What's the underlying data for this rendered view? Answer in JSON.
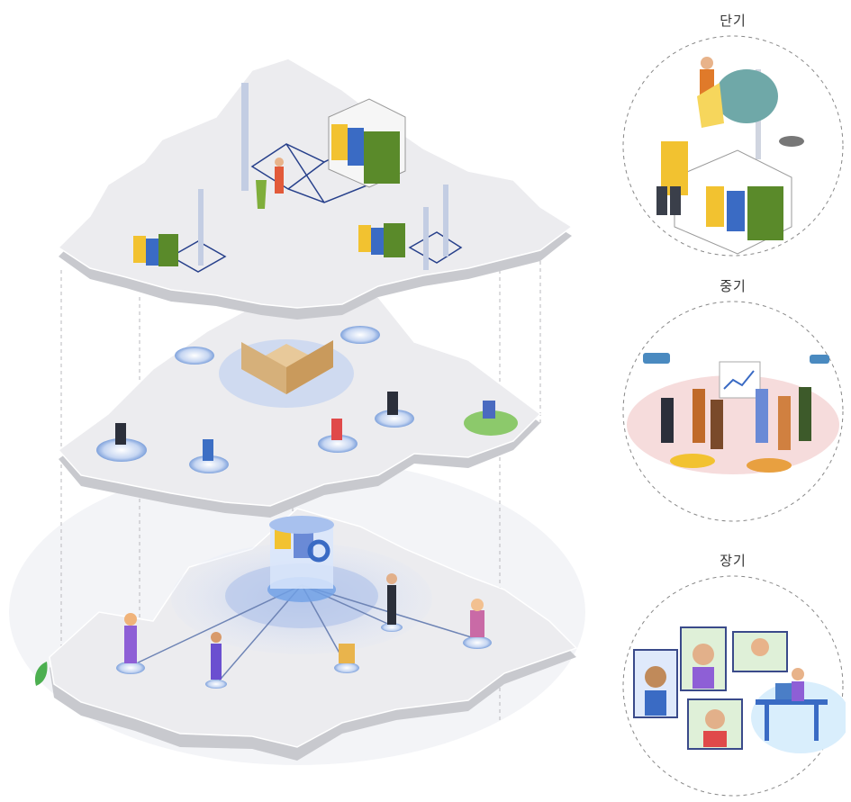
{
  "phases": [
    {
      "label": "단기"
    },
    {
      "label": "중기"
    },
    {
      "label": "장기"
    }
  ],
  "colors": {
    "map_top": "#ececef",
    "map_side": "#c8c9ce",
    "accent_blue": "#4a7ec7",
    "halo": "#cfdaf0",
    "bin_yellow": "#f2c230",
    "bin_blue": "#3a6bc4",
    "bin_green": "#5a8a2a",
    "leaf": "#4caf50"
  }
}
